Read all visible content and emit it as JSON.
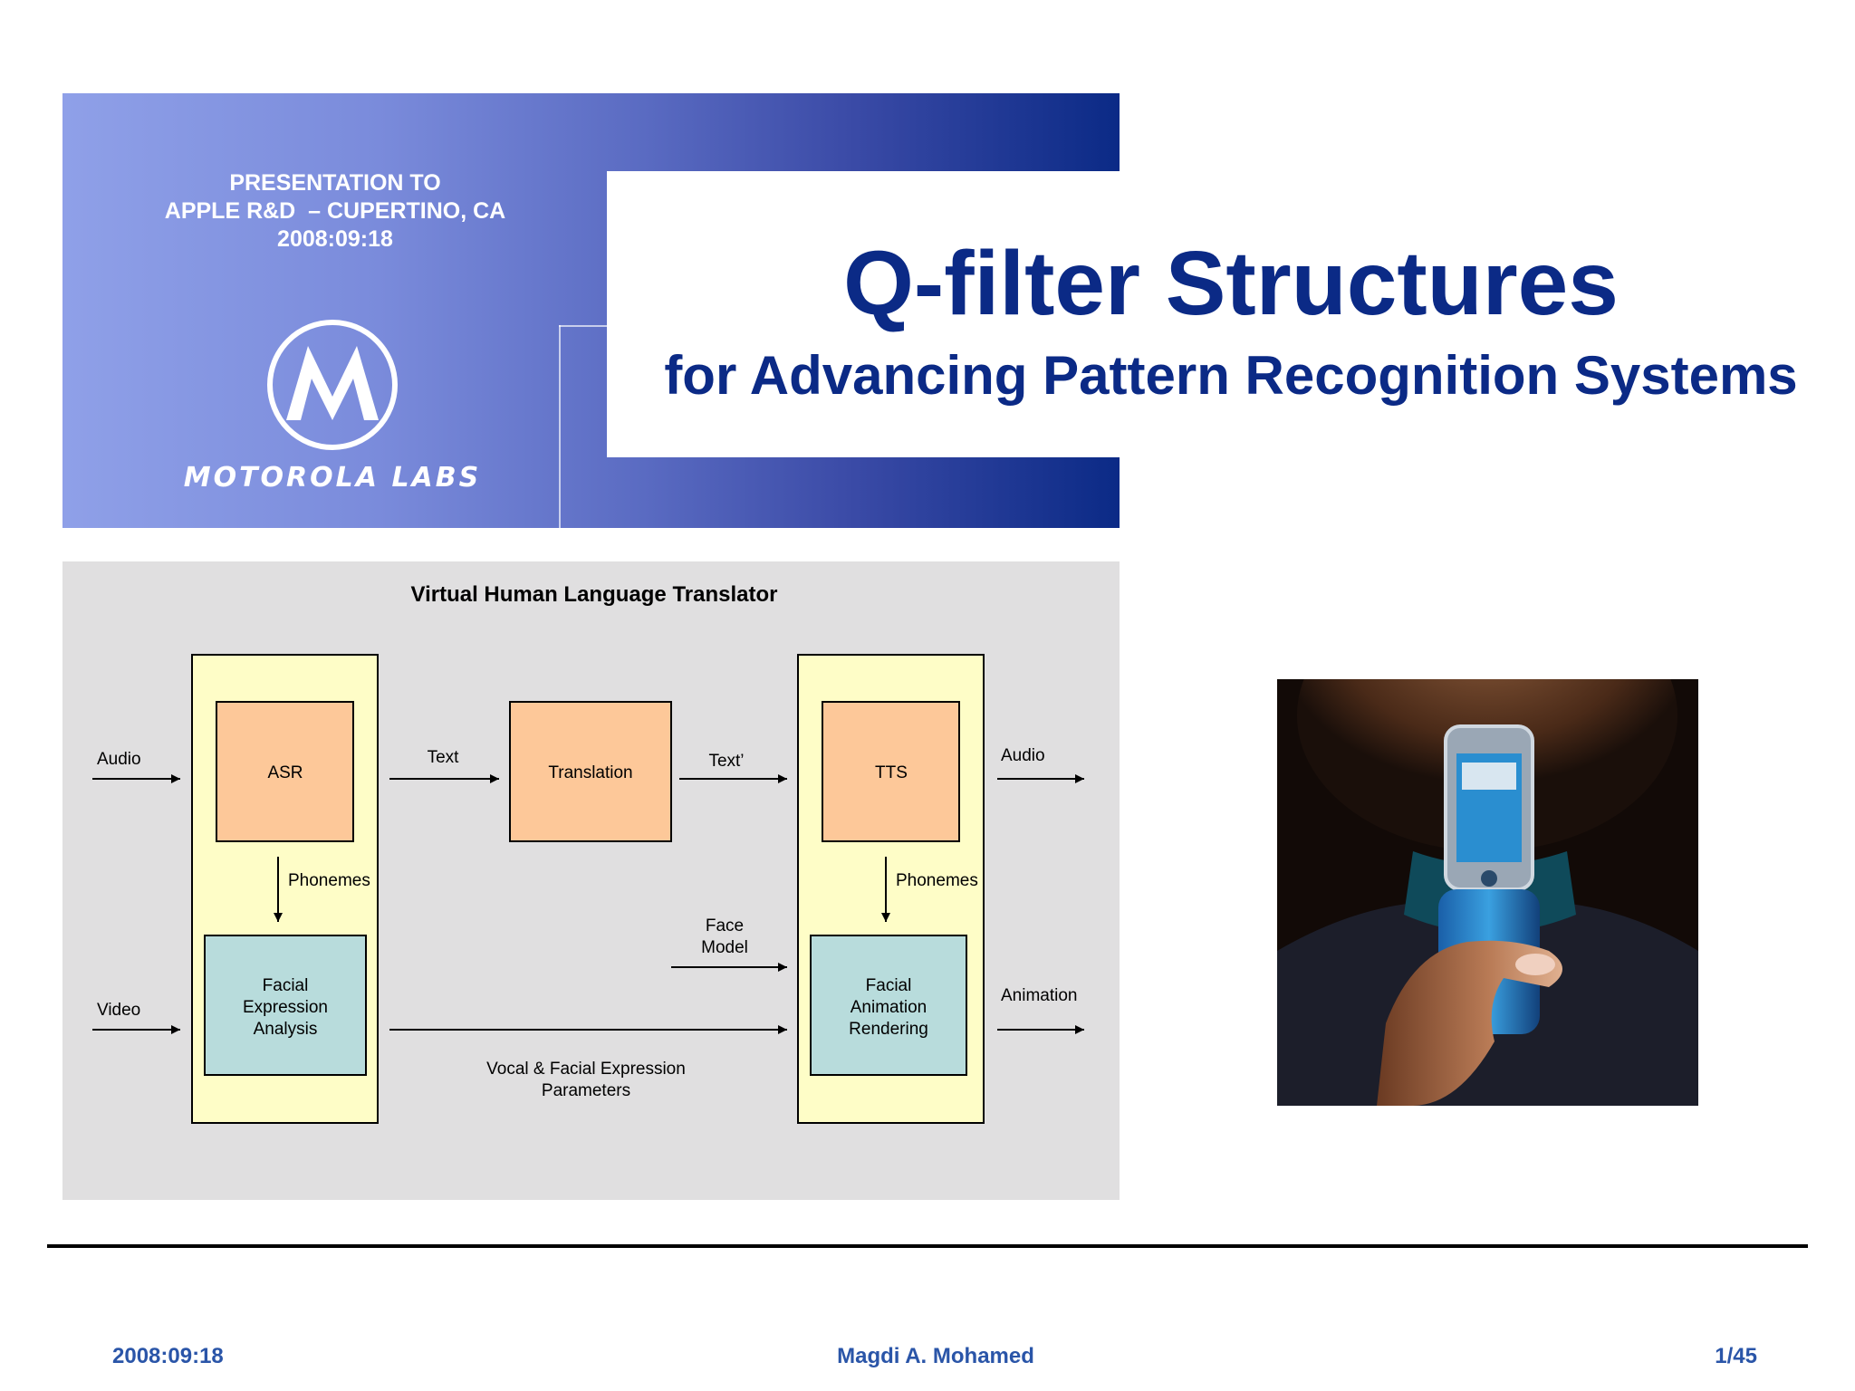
{
  "banner": {
    "presentation_lines": [
      "PRESENTATION TO",
      "APPLE R&D  – CUPERTINO, CA",
      "2008:09:18"
    ],
    "logo_text": "MOTOROLA LABS",
    "title": "Q-filter Structures",
    "subtitle": "for Advancing Pattern Recognition Systems"
  },
  "diagram": {
    "title": "Virtual Human Language Translator",
    "labels": {
      "audio_in": "Audio",
      "video_in": "Video",
      "asr": "ASR",
      "text": "Text",
      "translation": "Translation",
      "text_prime": "Text’",
      "tts": "TTS",
      "audio_out": "Audio",
      "phonemes_left": "Phonemes",
      "phonemes_right": "Phonemes",
      "face_model_1": "Face",
      "face_model_2": "Model",
      "fea_1": "Facial",
      "fea_2": "Expression",
      "fea_3": "Analysis",
      "far_1": "Facial",
      "far_2": "Animation",
      "far_3": "Rendering",
      "animation": "Animation",
      "params_1": "Vocal & Facial Expression",
      "params_2": "Parameters"
    },
    "colors": {
      "panel": "#fefdc7",
      "orange": "#fdc899",
      "teal": "#b8dcdc"
    }
  },
  "footer": {
    "date": "2008:09:18",
    "author": "Magdi A. Mohamed",
    "page": "1/45"
  }
}
